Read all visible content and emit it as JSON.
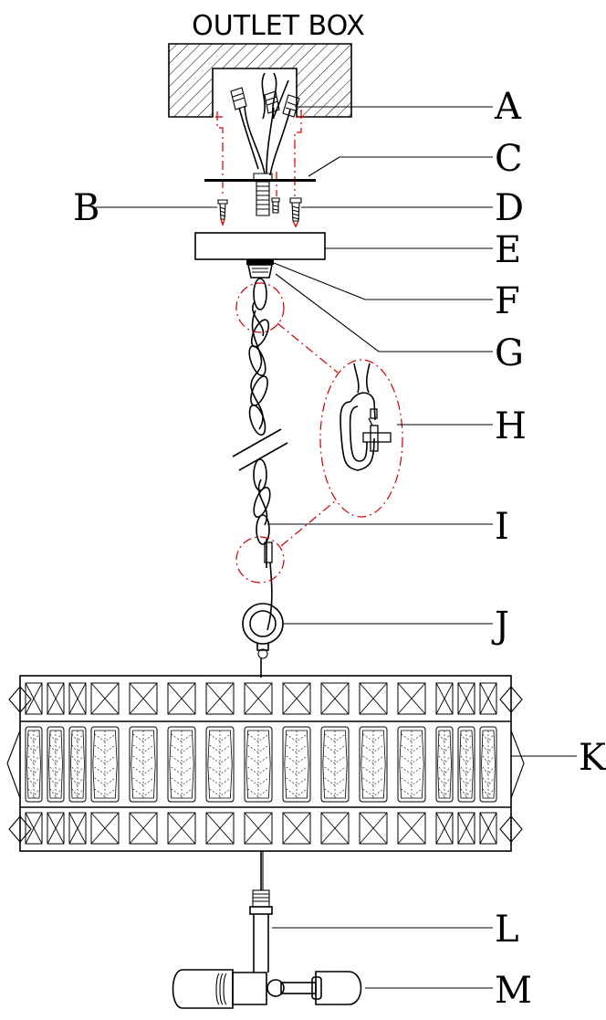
{
  "title": "OUTLET BOX",
  "callouts": {
    "a": "A",
    "b": "B",
    "c": "C",
    "d": "D",
    "e": "E",
    "f": "F",
    "g": "G",
    "h": "H",
    "i": "I",
    "j": "J",
    "k": "K",
    "l": "L",
    "m": "M"
  },
  "colors": {
    "line": "#000000",
    "highlight": "#cc0000"
  }
}
